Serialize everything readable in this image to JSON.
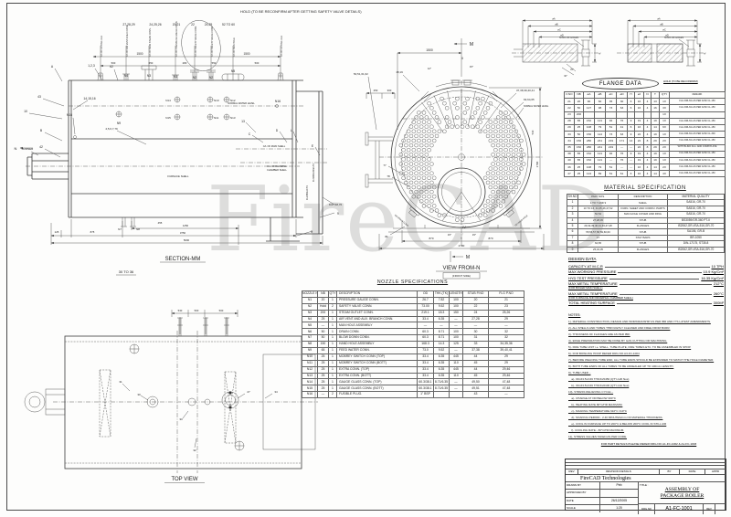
{
  "watermark": "FireCAD",
  "section_view": {
    "hold_note": "HOLD (TO BE RECONFIRM AFTER GETTING SAFETY VALVE DETAILS)",
    "title": "SECTION-MM",
    "subtitle": "30 TO 36",
    "dim_groups": [
      "27,28,29",
      "24,25,26",
      "20,21",
      "22",
      "24,25",
      "52 TO 60"
    ],
    "cl": [
      "C/L OF LIFTING LUG",
      "C/L OF AIR VENT & AUX CONN.",
      "C/L OF MAIN STEAM CONN.",
      "C/L OF PRESSURE GAUGE CONN.",
      "C/L OF SAFETY VALVE CONN.",
      "C/L OF SAFETY VALVE CONN.",
      "C/L OF MAN HOLE",
      "C/L OF LIFTING LUG"
    ],
    "d1500a": "1500",
    "d1500b": "1500",
    "seg": [
      "500",
      "650",
      "280",
      "550",
      "500"
    ],
    "noz": [
      "N4",
      "N3",
      "N1",
      "N2",
      "N2",
      "N5"
    ],
    "parts": {
      "a": "A",
      "p123": "1,2,3",
      "p62": "62",
      "p141516": "14,15,16",
      "p43": "43",
      "p10": "10",
      "n16a": "N16",
      "b": "B",
      "p42": "42",
      "nview": "N",
      "burner": "BURNER",
      "n9": "N9",
      "p4567": "4,5,6,7,79",
      "n14": "N14",
      "n15": "N15",
      "n10": "N10",
      "n11": "N11",
      "n12": "N12",
      "n13": "N13",
      "nwl": "NORMAL WATER LEVEL",
      "n16b": "N16",
      "p13": "13",
      "c": "C",
      "d": "D",
      "l": "L",
      "e": "E",
      "clmain": "C/L OF MAIN SHELL",
      "clrev1": "C/L OF REVERSE",
      "clrev2": "CHAMBER SHELL",
      "furn": "FURNACE SHELL",
      "p8677": "8,67,68,76",
      "p9": "9",
      "p3": "3",
      "n7": "N7",
      "n8": "N8",
      "id1": "ID-3000x10mm TK",
      "id2": "ID-2050x10 TK"
    },
    "bdims": {
      "d125": "125",
      "d875": "875",
      "d455": "455",
      "d1250": "1250",
      "d3750": "3750",
      "d5000": "5000"
    }
  },
  "view_n": {
    "m": "M",
    "ii": "II",
    "iv": "IV",
    "d1500": "1500",
    "p1819": "18,19",
    "p5051": "50,51,61,62",
    "p37": "37,38,39,40,41",
    "p63": "63,64,65",
    "nwl": "NORMAL WATER LEVEL",
    "p77": "77",
    "p78": "78",
    "p81": "81",
    "a12": "12°",
    "a15": "15°",
    "a15b": "15°",
    "a15c": "15°",
    "d250": "250",
    "d300": "300",
    "d870a": "870",
    "d870b": "870",
    "d2780": "2780",
    "d1700": "1700",
    "d530": "530",
    "n6lbl": "N6 DRAIN CONN",
    "n8lbl": "N8 HAND HOLE",
    "title": "VIEW FROM-N",
    "sub": "(FRONT SIDE)"
  },
  "top_view": {
    "d530": "530",
    "d500a": "500",
    "d500b": "500",
    "p31": "31",
    "p30": "30",
    "p33": "33",
    "p32": "32",
    "p27": "27",
    "p34": "34",
    "title": "TOP VIEW"
  },
  "flange_detail": {
    "oA": "øA",
    "oB": "øB",
    "oC": "øC",
    "oD": "øD",
    "note": "N=NO.OF HOLES",
    "t": "T",
    "a15": "15°",
    "a30": "30°"
  },
  "flange_data": {
    "title": "FLANGE DATA",
    "hold_note": "HOLD (TO BE RECONFIRM)",
    "rows": [
      [
        "F.NO",
        "NB",
        "øA",
        "øB",
        "øC",
        "øD",
        "H",
        "øJ",
        "N",
        "T",
        "QTY",
        "REMARK"
      ],
      [
        "21",
        "20",
        "90",
        "60",
        "35",
        "30",
        "6",
        "16",
        "4",
        "13",
        "1X",
        "FLG.DRLNG AS PER ANSI CL-150"
      ],
      [
        "22",
        "50",
        "127",
        "98",
        "73",
        "63",
        "6",
        "16",
        "4",
        "16",
        "3X",
        "FLG.DRLNG AS PER ANSI CL-150"
      ],
      [
        "23",
        "200",
        "",
        "",
        "",
        "",
        "",
        "",
        "",
        "",
        "1X",
        ""
      ],
      [
        "28",
        "65",
        "152",
        "121",
        "92",
        "76",
        "9",
        "19",
        "4",
        "19",
        "1X",
        "FLG.DRLNG AS PER ANSI CL-150"
      ],
      [
        "29",
        "25",
        "108",
        "79",
        "51",
        "41",
        "6",
        "16",
        "4",
        "14",
        "6X",
        "FLG.DRLNG AS PER ANSI CL-150"
      ],
      [
        "33",
        "50",
        "156",
        "114",
        "73",
        "63",
        "9",
        "22",
        "4",
        "19",
        "1X",
        "FLG.DRLNG AS PER ANSI CL-300"
      ],
      [
        "34",
        "150",
        "280",
        "241",
        "219",
        "171",
        "14",
        "22",
        "8",
        "29",
        "2X",
        "FLG.DRLNG AS PER ANSI CL-150"
      ],
      [
        "35",
        "150",
        "280",
        "241",
        "219",
        "—",
        "—",
        "22",
        "8",
        "29",
        "2X",
        "WITH BLIND FLG. AND COMP.PLATE"
      ],
      [
        "38",
        "65",
        "152",
        "121",
        "92",
        "76",
        "9",
        "19",
        "4",
        "19",
        "1X",
        "FLG.DRLNG AS PER ANSI CL-150"
      ],
      [
        "40",
        "65",
        "152",
        "121",
        "—",
        "76",
        "—",
        "19",
        "4",
        "19",
        "1X",
        "FLG.DRLNG AS PER ANSI CL-150"
      ],
      [
        "46",
        "25",
        "108",
        "79",
        "51",
        "—",
        "—",
        "16",
        "4",
        "14",
        "2X",
        "FLG.DRLNG AS PER ANSI CL-150"
      ],
      [
        "47",
        "25",
        "124",
        "89",
        "51",
        "61",
        "6",
        "16",
        "4",
        "14",
        "4X",
        "FLG.DRLNG AS PER ANSI CL-150"
      ]
    ]
  },
  "material_spec": {
    "title": "MATERIAL SPECIFICATION",
    "rows": [
      [
        "SH.NO",
        "PART NOS.",
        "DESCRIPTION",
        "MATERIAL QUALITY"
      ],
      [
        "1",
        "1 TO 7 AND 9",
        "SHELL",
        "SA516, GR-70"
      ],
      [
        "2",
        "10 TO 16, 44,45,46,47,62",
        "FURN. SHEET AND CORRU. PARTS",
        "SA516, GR-70"
      ],
      [
        "3",
        "52,54",
        "MAN HOLE COVER AND RING",
        "SA516, GR-70"
      ],
      [
        "4",
        "27,28,45",
        "STUB",
        "BS3059/GR-360 PT-II"
      ],
      [
        "5",
        "29,32,39,40,41,46,47,48",
        "FLANGES",
        "IS2062,GR-I/SA-516,GR-70"
      ],
      [
        "6",
        "55,56,57,58,59,60,63",
        "STUB",
        "SA106, GR-B"
      ],
      [
        "7",
        "17",
        "STAY BARS",
        "BR-1050"
      ],
      [
        "8",
        "64,65",
        "STUB",
        "DIN-17175, ST35.8"
      ],
      [
        "9",
        "25,34,35",
        "FLANGES",
        "IS2062,GR-I/SA-516,GR-70"
      ]
    ]
  },
  "design": {
    "title": "DESIGN DATA",
    "rows": [
      [
        "CAPACITY AT M.C.R",
        "10 TPH"
      ],
      [
        "MAX.WORKING PRESSURE",
        "10.9 Kg/Cm²"
      ],
      [
        "HYD TEST PRESSURE",
        "16.35 Kg/Cm²"
      ],
      [
        "MAX.METAL TEMPERATURE",
        "212°C"
      ],
      [
        "MAX.METAL TEMPERATURE",
        "260°C"
      ],
      [
        "TOTAL HEATING SURFACE",
        "300M²"
      ]
    ],
    "note_shell": "(FOR BOILER MAIN SHELL)",
    "note_furnace": "(FOR FURNACE AND REVERSAL CHAMBER SHELL)"
  },
  "notes": {
    "title": "NOTES:",
    "items": [
      "1)- MATERIAL CONSTRUCTION, DESIGN AND WORKMANSHIP AS PER IBR AND IT'S LATEST AMENDMENTS.",
      "2)- ALL SHELLS AND TUBES THROUGHLY CLEANED AND FREE FROM BURR.",
      "3)- THICKNESS OF FLANGES ARE AS PER IBR.",
      "4)- EDGE PREPARATION MAY BE DONE BY GAS CUTTING OR MACHINING.",
      "5)- FIRE TUBE UNIT i.e. SHELL, TUBE PLATE, FIRE TUBES ETC. TO BE ASSEMBLED IN SHOP.",
      "6)- FOR BOWLING HOOP REFER DRG.NO.A3-FC-1004",
      "7)- BEFORE WELDING TUBE END, ALL TUBE ENDS SHOULD BE EXPANDED TO MATCH THE HOLE DIAMETER.",
      "8)- BOTH TUBE ENDS OF ALL TUBES TO BE ANNEALED UP TO 100mm LENGTH.",
      "9)- TUBE USED –",
      "    a)- OD-63.5x3.66 THICKx5456 (QTY-126 Nos)",
      "    b)- OD-63.5x3.66 THICKx6100 (QTY-142 Nos)",
      "10)- STRESS RELIEVING CYCLE –",
      "    a)- CHARGE AT OR BELOW 300°C",
      "    b)- HEATING RATE 80°C/HR MAXIMUM.",
      "    c)- SOAKING TEMPERATURE 610°C ±10°C",
      "    d)- SOAKING PERIOD:- 2.40 MINUTES/mm OF MATERIAL THICKNESS.",
      "    e)- COOL IN FURNACE UP TO 200°C & BELOW 200°C COOL IN STILL AIR",
      "    f)- COOLING RATE:- 80°C/HR MAXIMUM.",
      "11)- STRESS VALUES TAKEN AS PER CODE."
    ],
    "footer": "FOR PART DETAILS PLEASE REFER DRG.NO.A1-FC-1002 & A1-FC-1003"
  },
  "nozzle_spec": {
    "title": "NOZZLE SPECIFICATIONS",
    "rows": [
      [
        "NOZZLE NO.",
        "NB",
        "QTY",
        "DESCRIPTION",
        "OD",
        "THK.(TK)",
        "LENGTH",
        "STUB P.NO",
        "FLG P.NO"
      ],
      [
        "N1",
        "20",
        "1",
        "PRESSURE GAUGE CONN.",
        "26.7",
        "7.82",
        "100",
        "20",
        "21"
      ],
      [
        "N2",
        "Hold",
        "2",
        "SAFETY VALVE CONN.",
        "73.00",
        "9.52",
        "100",
        "22",
        "23"
      ],
      [
        "N3",
        "200",
        "1",
        "STEAM OUTLET CONN.",
        "219.1",
        "18.3",
        "150",
        "24",
        "25,26"
      ],
      [
        "N4",
        "25",
        "1",
        "AIR VENT AND AUX. BRANCH CONN.",
        "33.4",
        "6.35",
        "—",
        "27,28",
        "29"
      ],
      [
        "N5",
        "—",
        "1",
        "MAN HOLE ASSEMBLY",
        "—",
        "—",
        "—",
        "—",
        "—"
      ],
      [
        "N6",
        "50",
        "1",
        "DRAIN CONN.",
        "60.3",
        "8.71",
        "100",
        "30",
        "32"
      ],
      [
        "N7",
        "50",
        "1",
        "BLOW DOWN CONN.",
        "60.3",
        "8.71",
        "100",
        "31",
        "32"
      ],
      [
        "N8",
        "150",
        "1",
        "HAND HOLE ASSEMBLY",
        "168.3",
        "14.3",
        "125",
        "33",
        "34,35,36"
      ],
      [
        "N9",
        "65",
        "1",
        "FEED WATER CONN.",
        "73.0",
        "9.52",
        "—",
        "37,38",
        "39,40,41"
      ],
      [
        "N10",
        "25",
        "1",
        "MOBREY SWITCH CONN (TOP)",
        "33.4",
        "6.35",
        "445",
        "44",
        "29"
      ],
      [
        "N11",
        "25",
        "1",
        "MOBREY SWITCH CONN (BOTT)",
        "33.4",
        "6.35",
        "110",
        "45",
        "29"
      ],
      [
        "N12",
        "25",
        "1",
        "EXTRA CONN. (TOP)",
        "33.4",
        "6.35",
        "445",
        "44",
        "29,46"
      ],
      [
        "N13",
        "25",
        "1",
        "EXTRA CONN. (BOTT)",
        "33.4",
        "6.35",
        "110",
        "45",
        "29,46"
      ],
      [
        "N14",
        "25",
        "1",
        "GAUGE GLASS CONN. (TOP)",
        "60.3/38.1",
        "8.71/6.35",
        "—",
        "49,50",
        "47,48"
      ],
      [
        "N15",
        "25",
        "1",
        "GAUGE GLASS CONN. (BOTT)",
        "60.3/38.1",
        "8.71/6.35",
        "—",
        "49,51",
        "47,48"
      ],
      [
        "N16",
        "—",
        "2",
        "FUSIBLE PLUG.",
        "1\" BSP",
        "",
        "",
        "43",
        "—"
      ]
    ]
  },
  "title_block": {
    "company": "FireCAD Technologies",
    "rev_headers": [
      "REV",
      "REVISION DETAILS",
      "BY",
      "DATE",
      "APPD"
    ],
    "f_drawn_label": "DRAWN  BY",
    "f_drawn_val": "Peb",
    "f_appr_label": "APPROVED  BY",
    "f_appr_val": "",
    "f_date_label": "DATE",
    "f_date_val": "26/12/2005",
    "f_scale_label": "SCALE",
    "f_scale_val": "1:20",
    "title_label": "TITLE :",
    "title_line1": "ASSEMBLY OF",
    "title_line2": "PACKAGE BOILER",
    "drg_label": "DRG.NO",
    "drg_no": "A1-FC-1001",
    "rev_label": "REV"
  }
}
